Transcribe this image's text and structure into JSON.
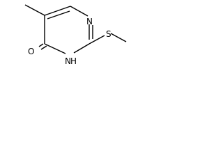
{
  "molecule": {
    "atom_labels": {
      "n_top": "N",
      "n_bottom": "N",
      "nh_h": "H",
      "o": "O",
      "s": "S"
    }
  }
}
